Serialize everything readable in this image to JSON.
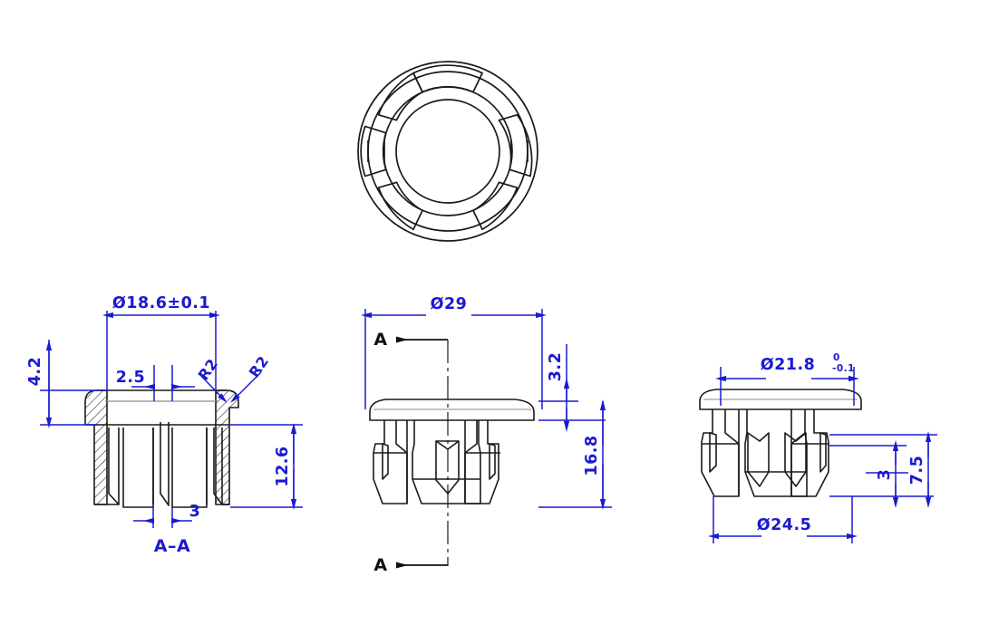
{
  "drawing": {
    "type": "engineering-part-drawing",
    "part": "snap-in hole plug / blanking grommet",
    "units_implied": "mm",
    "background_color": "#ffffff",
    "outline_color": "#1a1a1a",
    "dimension_color": "#1a1ad0",
    "views": [
      {
        "id": "top-view",
        "name": "top plan view",
        "label": "",
        "description": "circular plug seen from above with six internal segment lugs"
      },
      {
        "id": "section-view",
        "name": "section A-A",
        "label": "A–A",
        "description": "hatched cross section of the plug"
      },
      {
        "id": "front-view",
        "name": "front elevation with section cut",
        "label": "",
        "description": "front elevation showing cap and three legs, section line A-A"
      },
      {
        "id": "side-view",
        "name": "side elevation",
        "label": "",
        "description": "side elevation showing cap and legs"
      }
    ],
    "section_marks": [
      {
        "id": "section-arrow-top",
        "letter": "A",
        "direction": "right"
      },
      {
        "id": "section-arrow-bottom",
        "letter": "A",
        "direction": "right"
      }
    ],
    "dimensions": {
      "section_view": [
        {
          "id": "dim-d18-6",
          "text": "Ø18.6±0.1",
          "symbol": "Ø",
          "value": "18.6",
          "tolerance": "±0.1",
          "orientation": "horizontal",
          "placement": "top"
        },
        {
          "id": "dim-4-2",
          "text": "4.2",
          "value": "4.2",
          "orientation": "vertical",
          "placement": "left"
        },
        {
          "id": "dim-2-5",
          "text": "2.5",
          "value": "2.5",
          "orientation": "horizontal",
          "placement": "inner-top"
        },
        {
          "id": "dim-r2-left",
          "text": "R2",
          "value": "2",
          "symbol": "R",
          "orientation": "leader-45",
          "placement": "inner-right"
        },
        {
          "id": "dim-r2-right",
          "text": "R2",
          "value": "2",
          "symbol": "R",
          "orientation": "leader-45",
          "placement": "outer-right"
        },
        {
          "id": "dim-12-6",
          "text": "12.6",
          "value": "12.6",
          "orientation": "vertical",
          "placement": "right"
        },
        {
          "id": "dim-3-bottom",
          "text": "3",
          "value": "3",
          "orientation": "horizontal",
          "placement": "bottom"
        }
      ],
      "front_view": [
        {
          "id": "dim-d29",
          "text": "Ø29",
          "symbol": "Ø",
          "value": "29",
          "orientation": "horizontal",
          "placement": "top"
        },
        {
          "id": "dim-3-2",
          "text": "3.2",
          "value": "3.2",
          "orientation": "vertical",
          "placement": "right-inner"
        },
        {
          "id": "dim-16-8",
          "text": "16.8",
          "value": "16.8",
          "orientation": "vertical",
          "placement": "right-outer"
        }
      ],
      "side_view": [
        {
          "id": "dim-d21-8",
          "text": "Ø21.8",
          "symbol": "Ø",
          "value": "21.8",
          "tolerance_upper": "0",
          "tolerance_lower": "-0.1",
          "orientation": "horizontal",
          "placement": "top"
        },
        {
          "id": "dim-3-right",
          "text": "3",
          "value": "3",
          "orientation": "vertical",
          "placement": "right-inner"
        },
        {
          "id": "dim-7-5",
          "text": "7.5",
          "value": "7.5",
          "orientation": "vertical",
          "placement": "right-outer"
        },
        {
          "id": "dim-d24-5",
          "text": "Ø24.5",
          "symbol": "Ø",
          "value": "24.5",
          "orientation": "horizontal",
          "placement": "bottom"
        }
      ]
    }
  }
}
